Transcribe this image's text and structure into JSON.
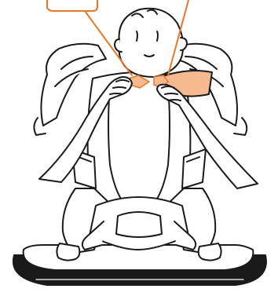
{
  "illustration": {
    "subject": "baby-in-carrier-illustration",
    "colors": {
      "line": "#1a1a1a",
      "fill": "#ffffff",
      "callout": "#e8772a",
      "highlight": "#f6b990",
      "highlight_light": "#fbd3b6",
      "mat_shadow": "#1a1a1a"
    },
    "callouts": [
      {
        "name": "callout-line-left",
        "icon": "orange-leader-line"
      },
      {
        "name": "callout-line-right",
        "icon": "orange-leader-line"
      }
    ]
  }
}
